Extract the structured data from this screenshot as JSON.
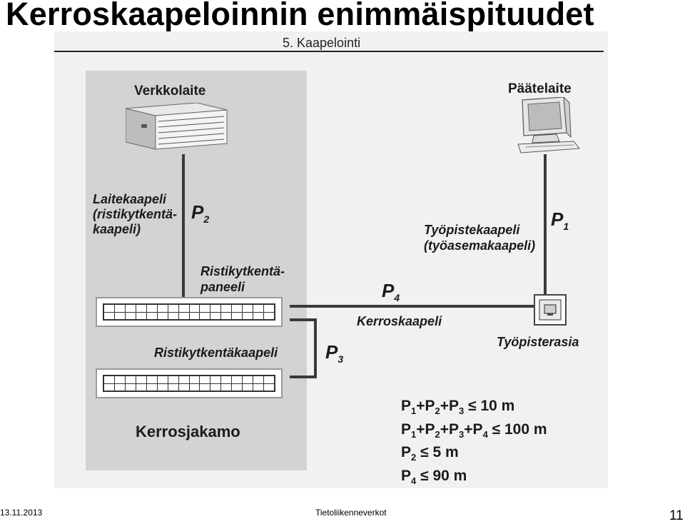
{
  "slide": {
    "title": "Kerroskaapeloinnin enimmäispituudet",
    "cut_header": "5. Kaapelointi",
    "footer_date": "13.11.2013",
    "footer_center": "Tietoliikenneverkot",
    "page_number": "11"
  },
  "diagram": {
    "labels": {
      "verkkolaite": "Verkkolaite",
      "paatelaite": "Päätelaite",
      "laitekaapeli_1": "Laitekaapeli",
      "laitekaapeli_2": "(ristikytkentä-",
      "laitekaapeli_3": "kaapeli)",
      "tyopistekaapeli_1": "Työpistekaapeli",
      "tyopistekaapeli_2": "(työasemakaapeli)",
      "ristipaneeli_1": "Ristikytkentä-",
      "ristipaneeli_2": "paneeli",
      "kerroskaapeli": "Kerroskaapeli",
      "tyopisterasia": "Työpisterasia",
      "ristikaapeli": "Ristikytkentäkaapeli",
      "kerrosjakamo": "Kerrosjakamo"
    },
    "p_labels": {
      "p1": {
        "letter": "P",
        "sub": "1"
      },
      "p2": {
        "letter": "P",
        "sub": "2"
      },
      "p3": {
        "letter": "P",
        "sub": "3"
      },
      "p4": {
        "letter": "P",
        "sub": "4"
      }
    },
    "formulas": [
      {
        "text": "P1+P2+P3 ≤ 10 m"
      },
      {
        "text": "P1+P2+P3+P4 ≤ 100 m"
      },
      {
        "text": "P2 ≤ 5 m"
      },
      {
        "text": "P4 ≤ 90 m"
      }
    ]
  }
}
